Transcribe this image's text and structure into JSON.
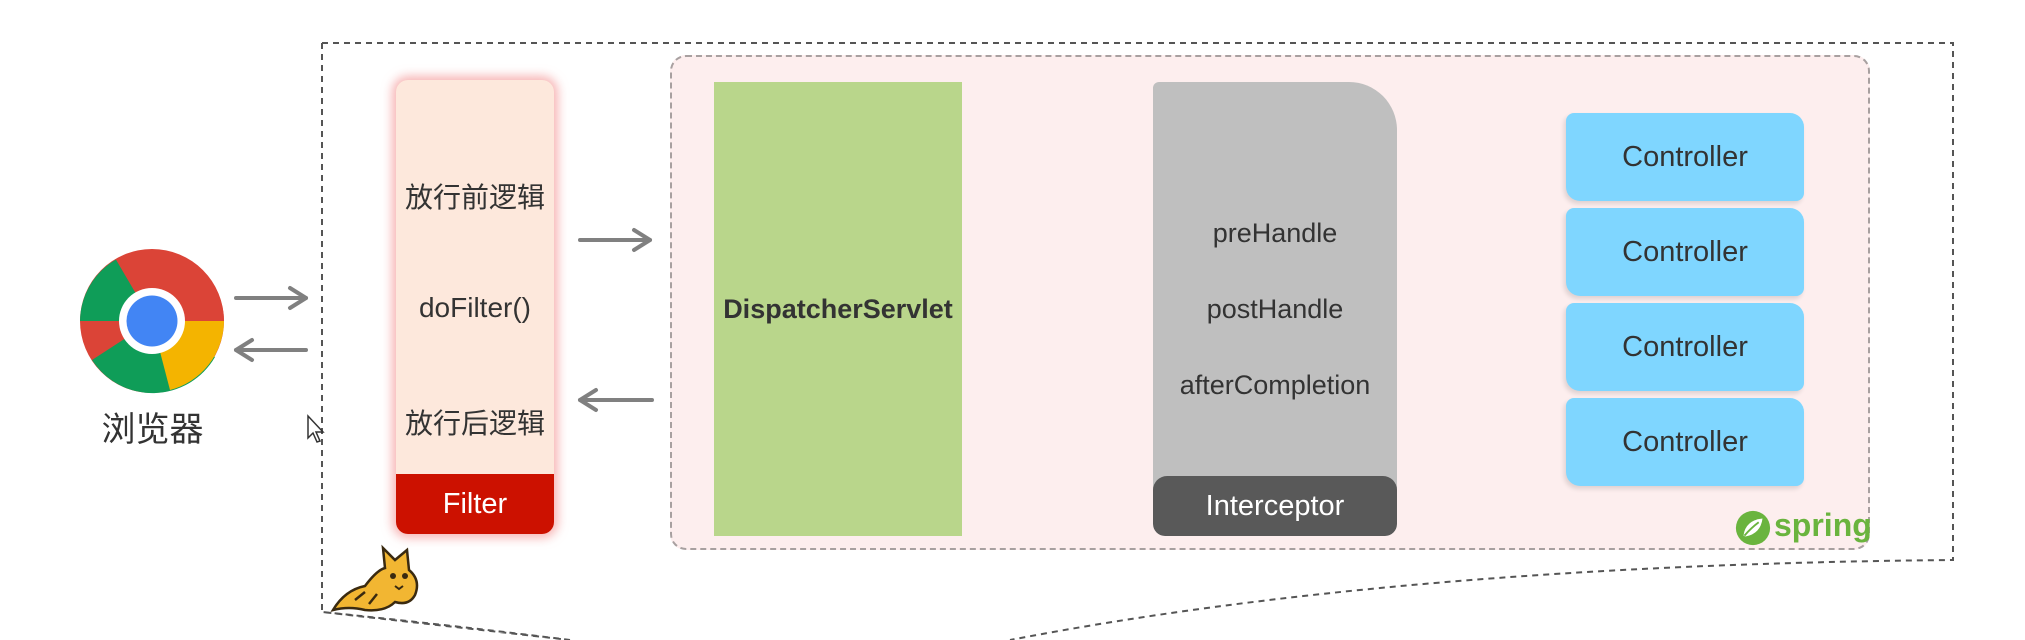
{
  "browser": {
    "label": "浏览器",
    "icon": "chrome-icon"
  },
  "filter": {
    "before": "放行前逻辑",
    "do_filter": "doFilter()",
    "after": "放行后逻辑",
    "label": "Filter",
    "label_color": "#cc1100"
  },
  "dispatcher": {
    "label": "DispatcherServlet",
    "color": "#b9d68b"
  },
  "interceptor": {
    "pre": "preHandle",
    "post": "postHandle",
    "after": "afterCompletion",
    "label": "Interceptor"
  },
  "controllers": [
    {
      "label": "Controller"
    },
    {
      "label": "Controller"
    },
    {
      "label": "Controller"
    },
    {
      "label": "Controller"
    }
  ],
  "spring_logo": {
    "text": "spring",
    "icon": "spring-leaf-icon"
  },
  "tomcat_logo": {
    "icon": "tomcat-cat-icon"
  }
}
